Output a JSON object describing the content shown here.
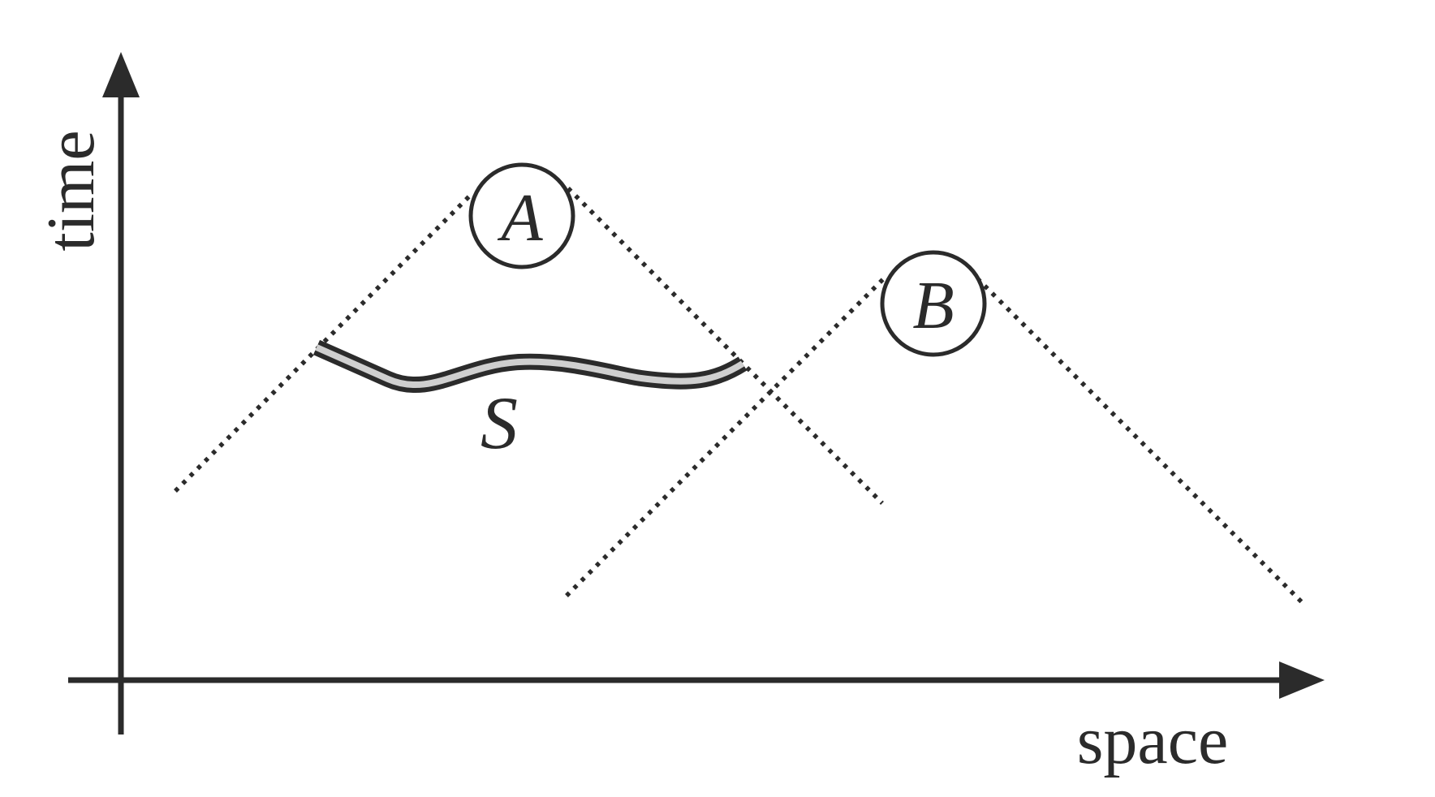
{
  "diagram": {
    "axes": {
      "x_label": "space",
      "y_label": "time"
    },
    "events": [
      {
        "label": "A"
      },
      {
        "label": "B"
      }
    ],
    "surface": {
      "label": "S"
    },
    "colors": {
      "ink": "#2b2b2b",
      "surface_fill": "#cfcfcf",
      "background": "#ffffff"
    }
  }
}
